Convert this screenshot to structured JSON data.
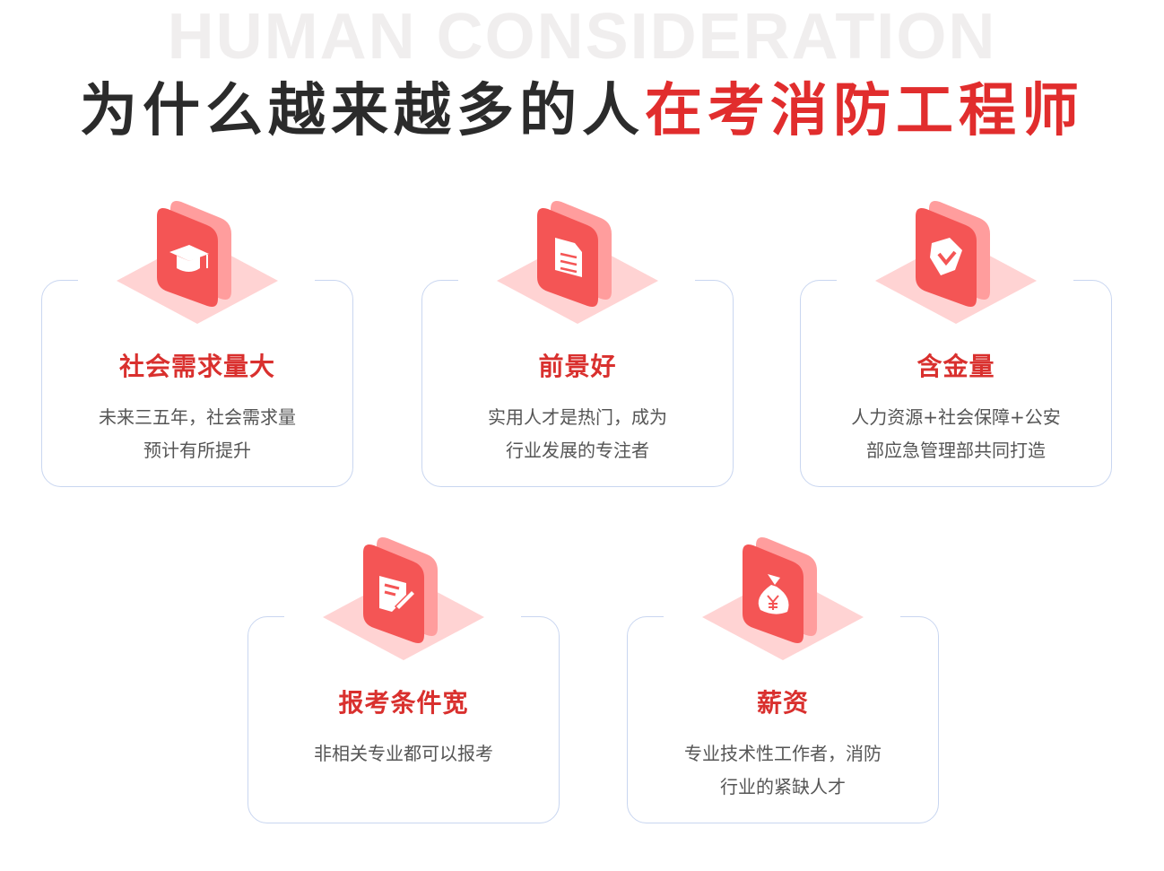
{
  "watermark": "HUMAN CONSIDERATION",
  "title": {
    "dark": "为什么越来越多的人",
    "red": "在考消防工程师"
  },
  "colors": {
    "accent": "#e12d2d",
    "border": "#c9d6f0",
    "icon": "#f45555",
    "icon_back": "#ff9d9d",
    "diamond": "#ffd3d3"
  },
  "cards": [
    {
      "icon": "graduation-cap-icon",
      "title": "社会需求量大",
      "lines": [
        "未来三五年，社会需求量",
        "预计有所提升"
      ]
    },
    {
      "icon": "document-icon",
      "title": "前景好",
      "lines": [
        "实用人才是热门，成为",
        "行业发展的专注者"
      ]
    },
    {
      "icon": "shield-check-icon",
      "title": "含金量",
      "lines": [
        "人力资源+社会保障+公安",
        "部应急管理部共同打造"
      ]
    },
    {
      "icon": "edit-form-icon",
      "title": "报考条件宽",
      "lines": [
        "非相关专业都可以报考"
      ]
    },
    {
      "icon": "money-bag-icon",
      "title": "薪资",
      "lines": [
        "专业技术性工作者，消防",
        "行业的紧缺人才"
      ]
    }
  ]
}
